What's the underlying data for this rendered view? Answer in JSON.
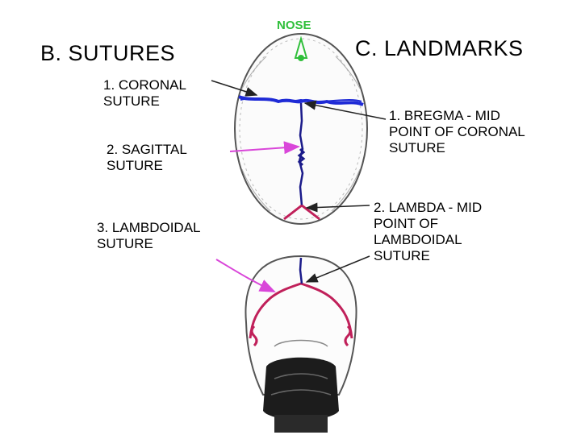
{
  "nose_label": "NOSE",
  "sutures": {
    "heading": "B. SUTURES",
    "coronal": "1. CORONAL\nSUTURE",
    "sagittal": "2. SAGITTAL\nSUTURE",
    "lambdoidal": "3. LAMBDOIDAL\nSUTURE"
  },
  "landmarks": {
    "heading": "C. LANDMARKS",
    "bregma": "1. BREGMA - MID\nPOINT OF CORONAL\nSUTURE",
    "lambda": "2. LAMBDA - MID\nPOINT OF\nLAMBDOIDAL\nSUTURE"
  },
  "colors": {
    "coronal_line": "#1f2bd6",
    "sagittal_arrow": "#d946d9",
    "lambdoid_line": "#c0205a",
    "nose_marker": "#2fbf3a",
    "outline": "#555555"
  }
}
